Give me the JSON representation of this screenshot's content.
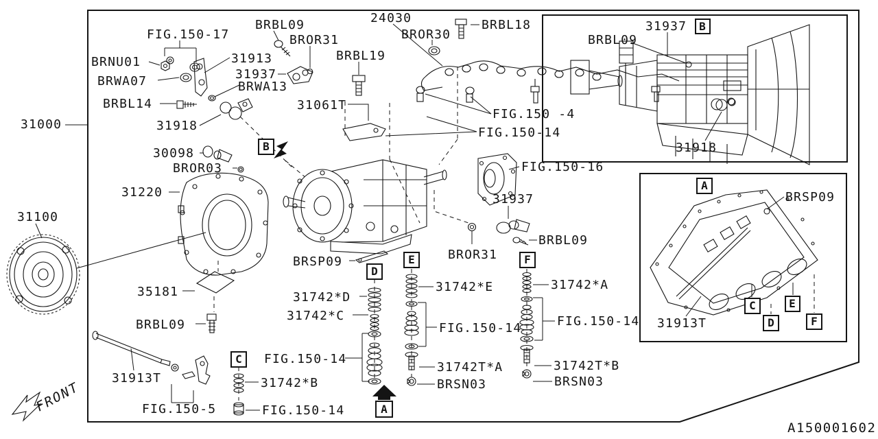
{
  "diagram": {
    "callouts": {
      "a": "A",
      "b": "B",
      "c": "C",
      "d": "D",
      "e": "E",
      "f": "F"
    },
    "orientation": {
      "front_label": "FRONT"
    },
    "footer": {
      "drawing_number": "A150001602"
    },
    "main_view": {
      "labels": {
        "p31000": "31000",
        "p31100": "31100",
        "p31220": "31220",
        "p24030": "24030",
        "p30098": "30098",
        "p31061t": "31061T",
        "p31913": "31913",
        "p31913t": "31913T",
        "p31918": "31918",
        "p31937": "31937",
        "p35181": "35181",
        "p31742a": "31742*A",
        "p31742b": "31742*B",
        "p31742c": "31742*C",
        "p31742d": "31742*D",
        "p31742e": "31742*E",
        "p31742ta": "31742T*A",
        "p31742tb": "31742T*B",
        "brbl09": "BRBL09",
        "brbl14": "BRBL14",
        "brbl18": "BRBL18",
        "brbl19": "BRBL19",
        "brnu01": "BRNU01",
        "bror03": "BROR03",
        "bror30": "BROR30",
        "bror31": "BROR31",
        "brsn03": "BRSN03",
        "brsp09": "BRSP09",
        "brwa07": "BRWA07",
        "brwa13": "BRWA13",
        "fig150_4": "FIG.150 -4",
        "fig150_5": "FIG.150-5",
        "fig150_14": "FIG.150-14",
        "fig150_16": "FIG.150-16",
        "fig150_17": "FIG.150-17"
      }
    },
    "inset_top_right": {
      "labels": {
        "brbl09": "BRBL09",
        "p31937": "31937",
        "p31918": "31918"
      }
    },
    "inset_bottom_right": {
      "labels": {
        "brsp09": "BRSP09",
        "p31913t": "31913T"
      }
    }
  }
}
